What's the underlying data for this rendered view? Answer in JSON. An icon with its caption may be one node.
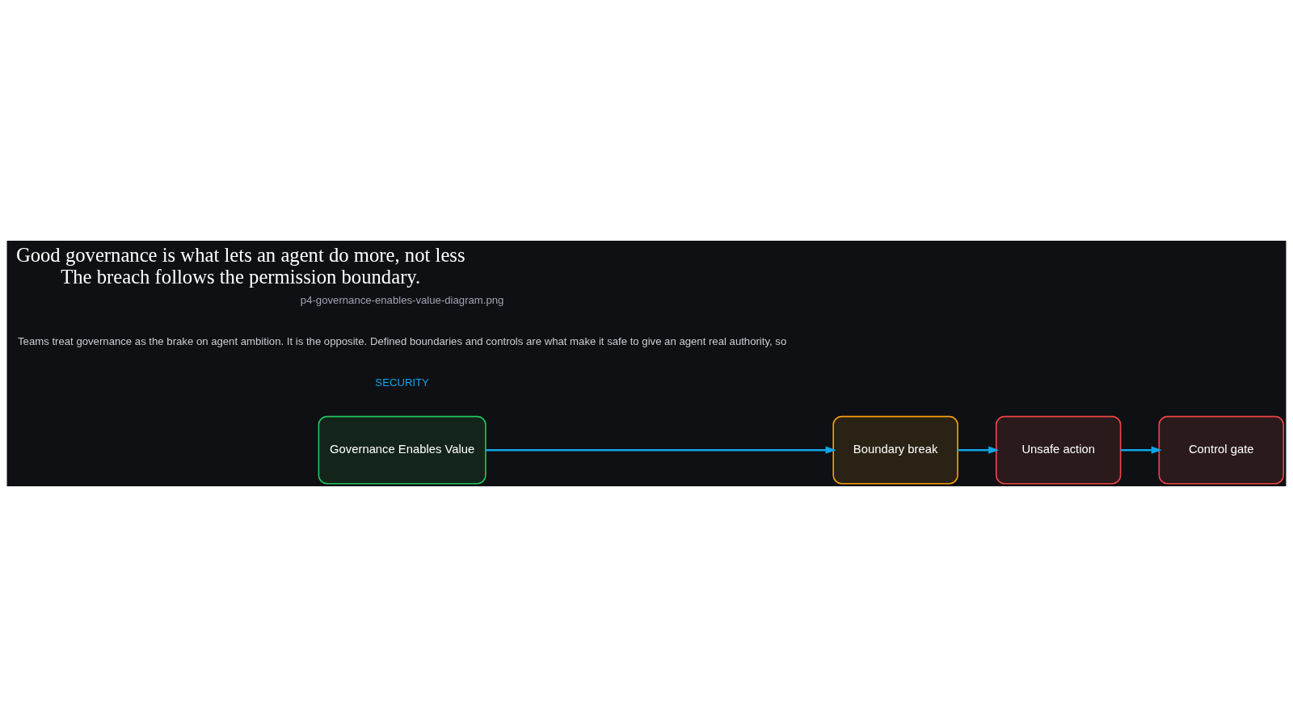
{
  "diagram": {
    "title": "Good governance is what lets an agent do more, not less",
    "caption": "The breach follows the permission boundary.",
    "nodes": [
      {
        "text": [
          "Governance Enables Value"
        ]
      },
      {
        "text": [
          "Boundary break"
        ]
      },
      {
        "text": [
          "Unsafe action"
        ]
      },
      {
        "text": [
          "Control gate"
        ]
      }
    ],
    "edges": [
      {
        "from": 0,
        "to": 1,
        "arrow": "to"
      },
      {
        "from": 1,
        "to": 2,
        "arrow": "to"
      },
      {
        "from": 2,
        "to": 3,
        "arrow": "to"
      }
    ],
    "labels": [
      "SECURITY",
      "Teams treat governance as the brake on agent ambition. It is the opposite. Defined boundaries and controls are what make it safe to give an agent real authority, so",
      "p4-governance-enables-value-diagram.png"
    ]
  }
}
